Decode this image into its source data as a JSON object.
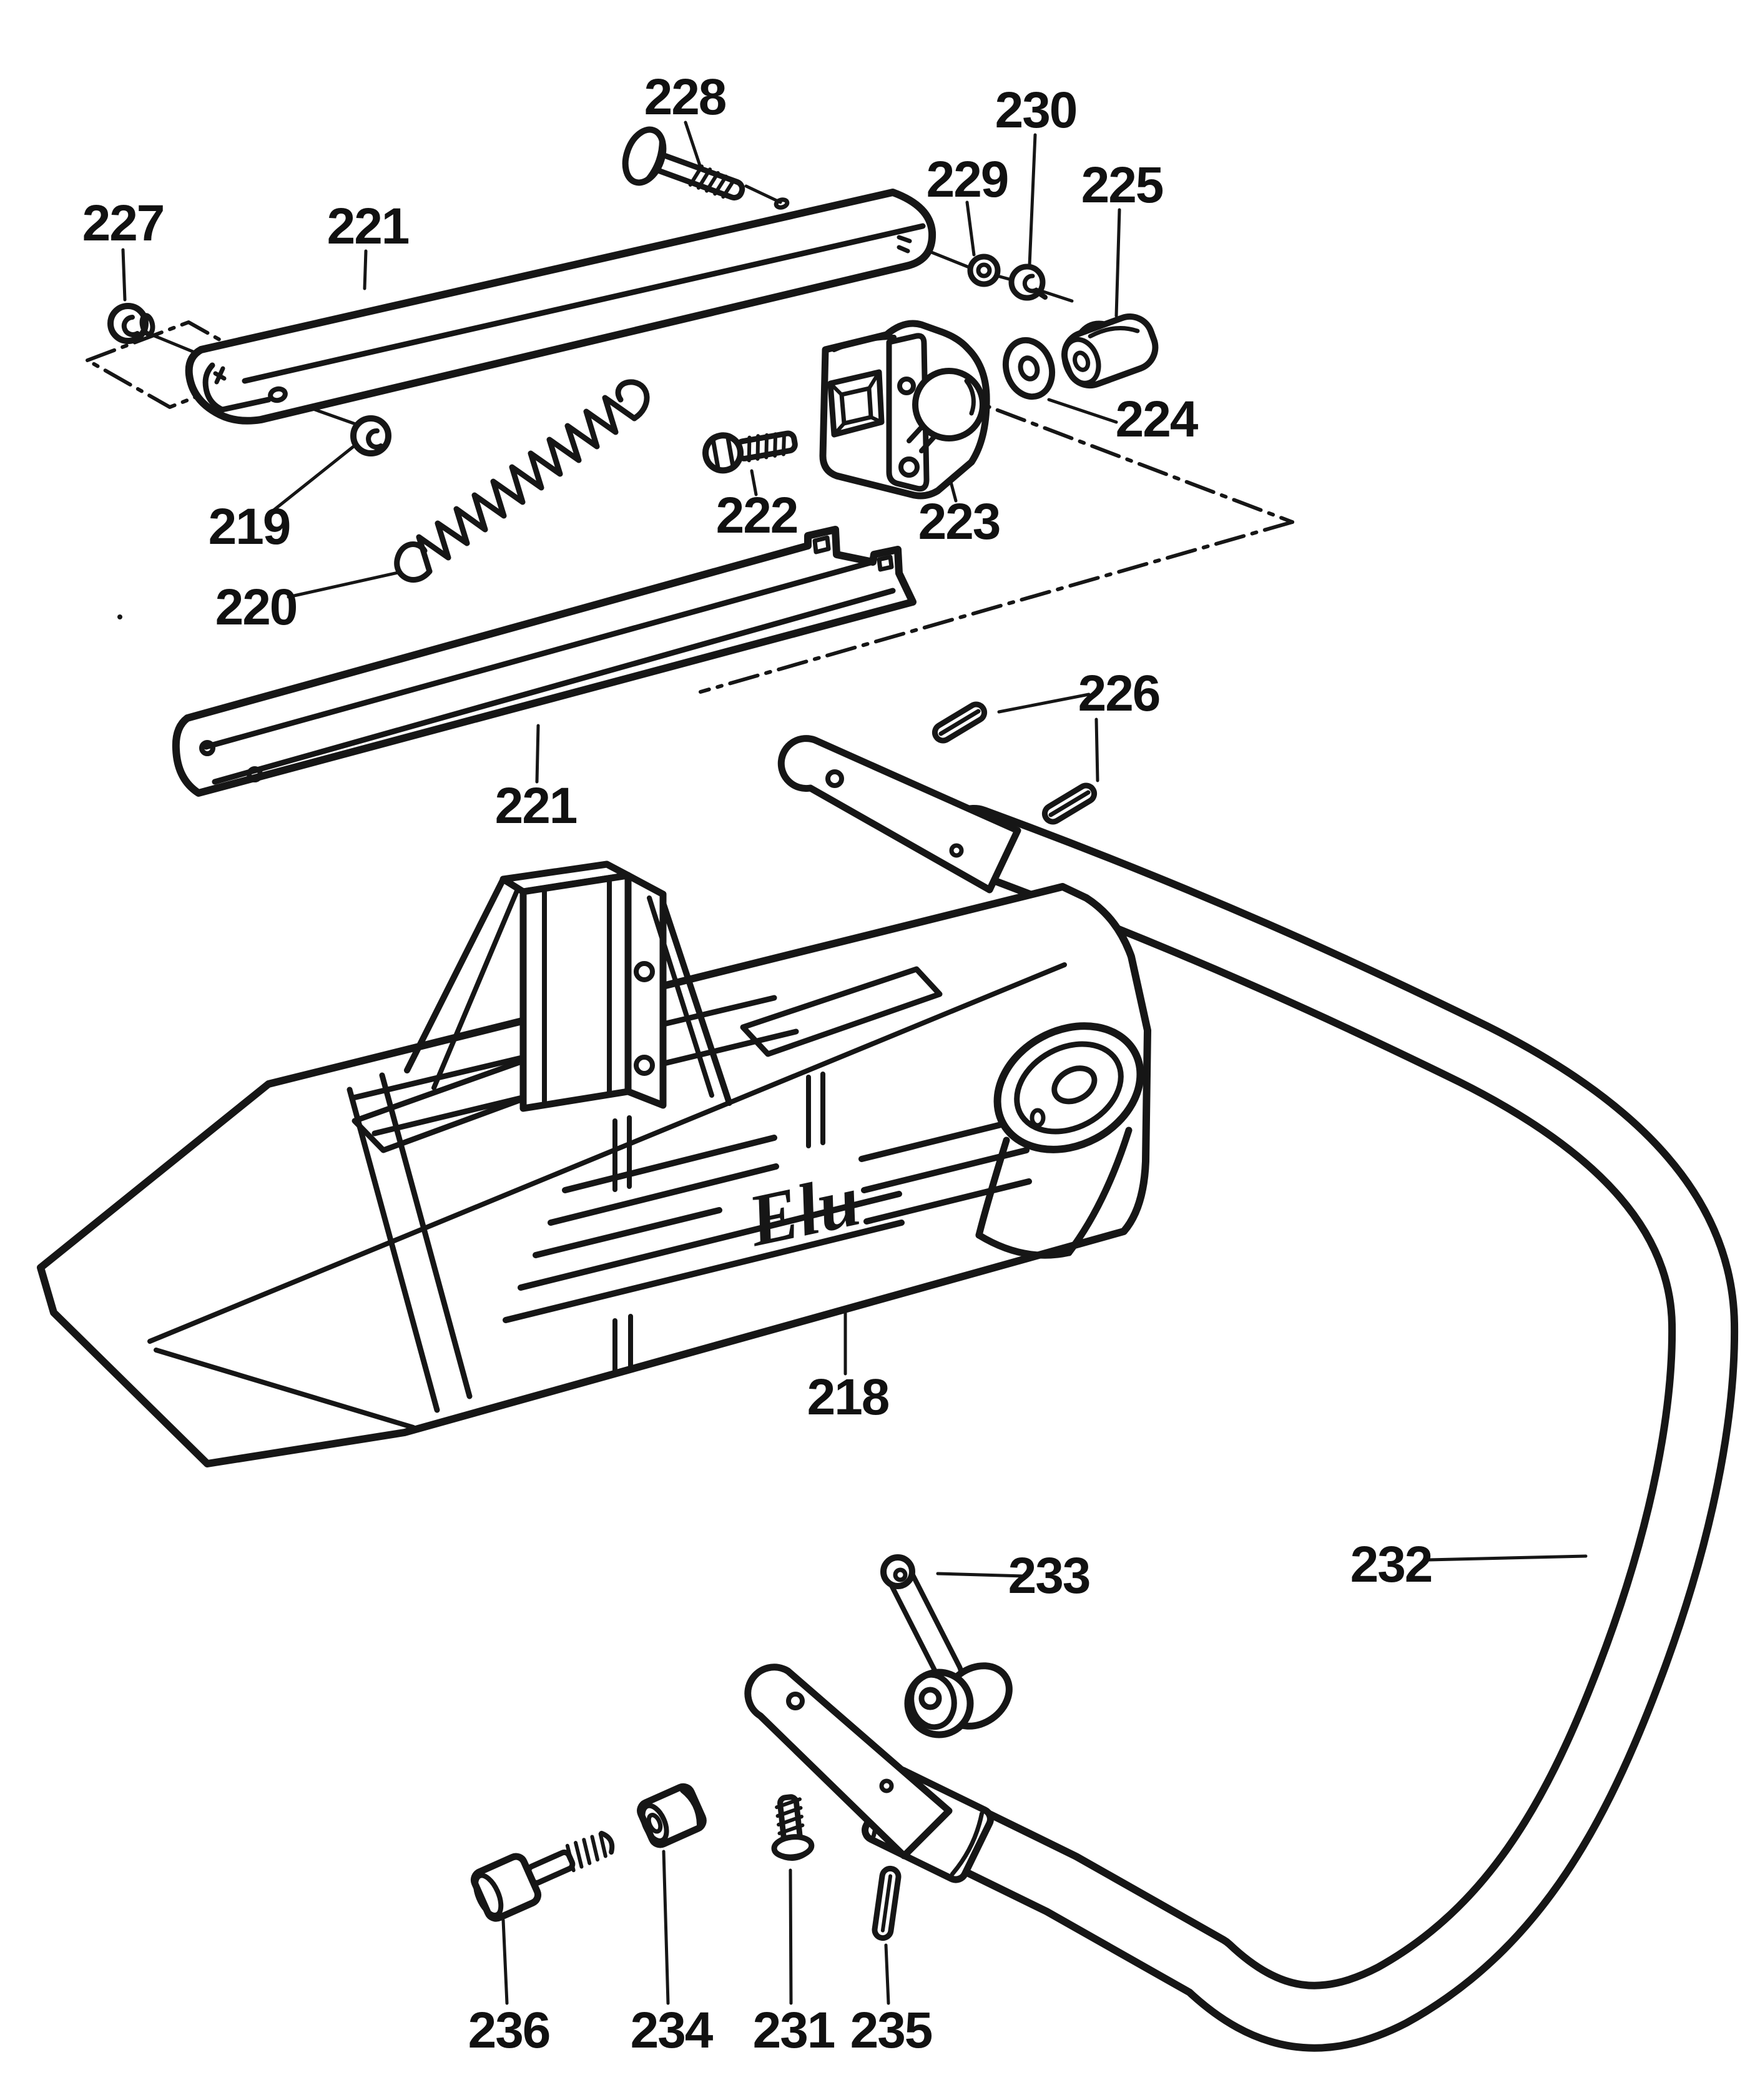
{
  "figure": {
    "kind": "exploded parts diagram",
    "brand_logo": "Elu"
  },
  "callouts": [
    {
      "number": "228"
    },
    {
      "number": "227"
    },
    {
      "number": "221"
    },
    {
      "number": "229"
    },
    {
      "number": "230"
    },
    {
      "number": "225"
    },
    {
      "number": "224"
    },
    {
      "number": "223"
    },
    {
      "number": "222"
    },
    {
      "number": "219"
    },
    {
      "number": "220"
    },
    {
      "number": "221"
    },
    {
      "number": "226"
    },
    {
      "number": "218"
    },
    {
      "number": "233"
    },
    {
      "number": "232"
    },
    {
      "number": "236"
    },
    {
      "number": "234"
    },
    {
      "number": "231"
    },
    {
      "number": "235"
    }
  ]
}
